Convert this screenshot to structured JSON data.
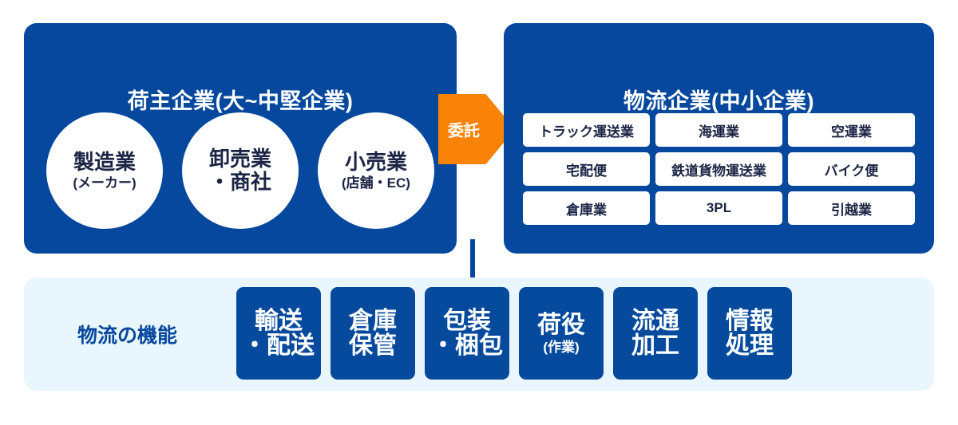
{
  "colors": {
    "panel_blue": "#05489d",
    "tile_blue": "#054a9d",
    "arrow_orange": "#f98307",
    "light_bar": "#eaf6fd",
    "text_navy": "#1b2444",
    "white": "#ffffff"
  },
  "shipper_panel": {
    "title": "荷主企業(大~中堅企業)",
    "circles": [
      {
        "main": "製造業",
        "sub": "(メーカー)"
      },
      {
        "main_line1": "卸売業",
        "main_line2": "・商社"
      },
      {
        "main": "小売業",
        "sub": "(店舗・EC)"
      }
    ]
  },
  "arrow": {
    "label": "委託"
  },
  "logistics_panel": {
    "title": "物流企業(中小企業)",
    "grid": [
      [
        "トラック運送業",
        "海運業",
        "空運業"
      ],
      [
        "宅配便",
        "鉄道貨物運送業",
        "バイク便"
      ],
      [
        "倉庫業",
        "3PL",
        "引越業"
      ]
    ]
  },
  "functions_bar": {
    "label": "物流の機能",
    "tiles": [
      {
        "line1": "輸送",
        "line2": "・配送",
        "line2_small": false
      },
      {
        "line1": "倉庫",
        "line2": "保管",
        "line2_small": false
      },
      {
        "line1": "包装",
        "line2": "・梱包",
        "line2_small": false
      },
      {
        "line1": "荷役",
        "line2": "(作業)",
        "line2_small": true
      },
      {
        "line1": "流通",
        "line2": "加工",
        "line2_small": false
      },
      {
        "line1": "情報",
        "line2": "処理",
        "line2_small": false
      }
    ]
  }
}
